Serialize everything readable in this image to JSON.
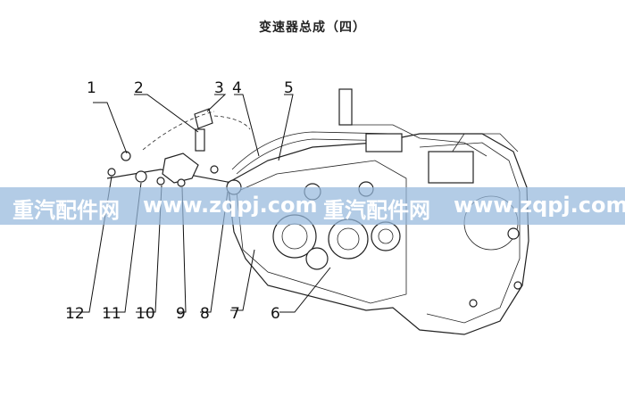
{
  "title": "变速器总成（四）",
  "callouts": [
    "1",
    "2",
    "3",
    "4",
    "5",
    "6",
    "7",
    "8",
    "9",
    "10",
    "11",
    "12"
  ],
  "watermark": {
    "text_a": "重汽配件网",
    "text_b": "www.zqpj.com",
    "text_c": "重汽配件网",
    "text_d": "www.zqpj.com"
  },
  "colors": {
    "band": "#96b9dc",
    "line": "#111111"
  }
}
